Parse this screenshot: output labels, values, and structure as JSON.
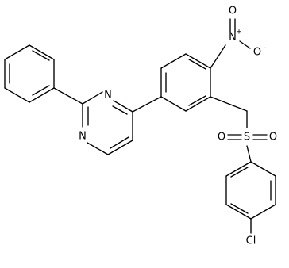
{
  "molecule": {
    "atoms": {
      "n1": "N",
      "n3": "N",
      "nitro_n": "N",
      "nitro_n_charge": "+",
      "nitro_o_top": "O",
      "nitro_o_right": "O",
      "nitro_o_right_charge": "-",
      "sulfonyl_s": "S",
      "sulfonyl_o_left": "O",
      "sulfonyl_o_right": "O",
      "chlorine": "Cl"
    }
  }
}
